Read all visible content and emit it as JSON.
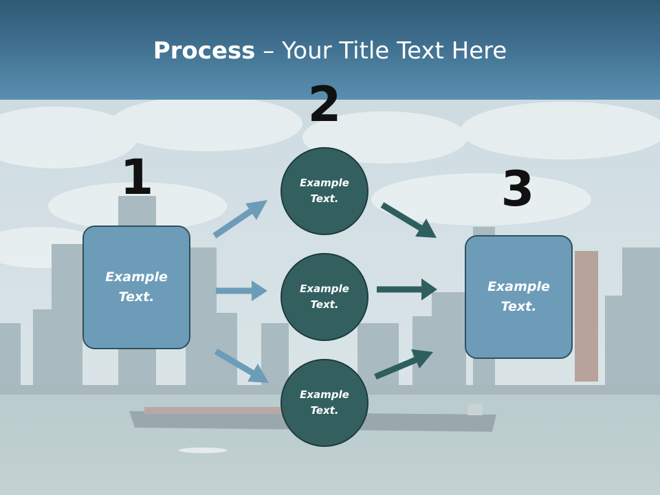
{
  "title": {
    "bold": "Process",
    "rest": " – Your Title Text Here"
  },
  "steps": [
    {
      "number": "1",
      "text": "Example Text."
    },
    {
      "number": "2",
      "text": "Example Text."
    },
    {
      "number": "3",
      "text": "Example Text."
    }
  ],
  "circles": [
    {
      "text": "Example Text."
    },
    {
      "text": "Example Text."
    },
    {
      "text": "Example Text."
    }
  ],
  "colors": {
    "title_bar": "#40708f",
    "box_fill": "#6d9cb9",
    "circle_fill": "#33605f",
    "arrow_light": "#6d9cb9",
    "arrow_dark": "#2f5e5f"
  }
}
